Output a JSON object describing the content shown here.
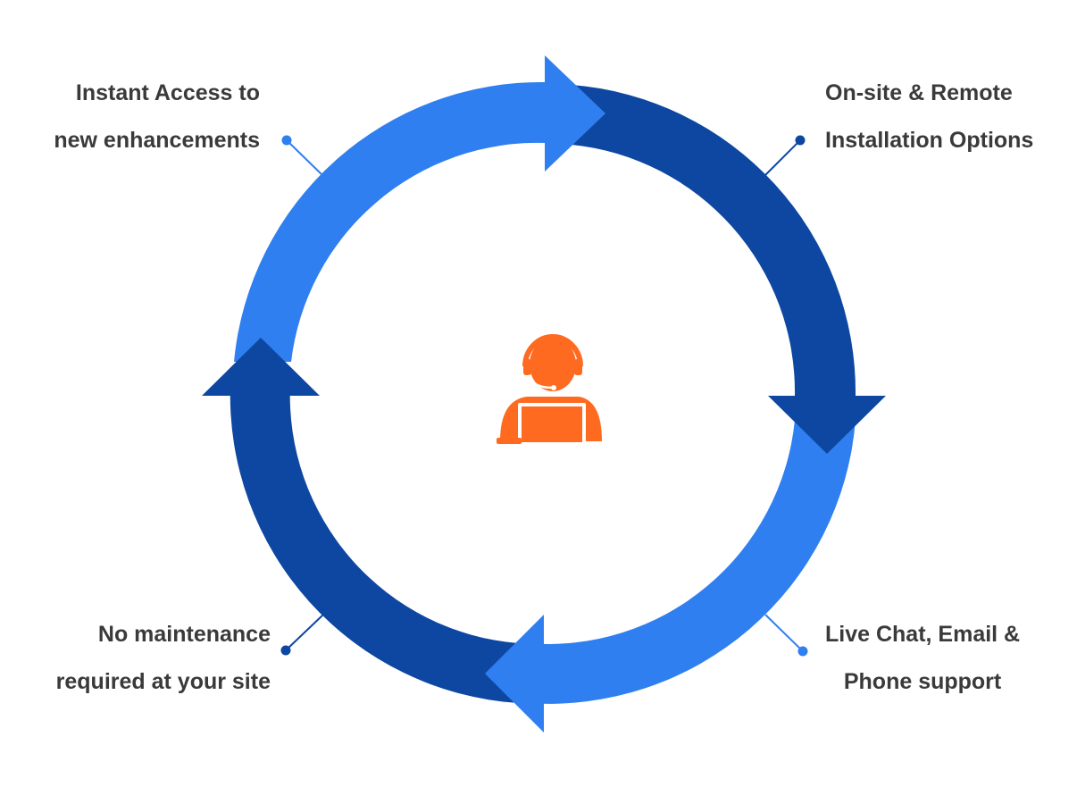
{
  "diagram": {
    "colors": {
      "light_blue": "#2f7ff0",
      "dark_blue": "#0d47a1",
      "accent_orange": "#ff6a21",
      "text": "#3a3a3a"
    },
    "center_icon": "support-agent-with-headset-and-laptop-icon",
    "labels": {
      "top_left": {
        "line1": "Instant Access  to",
        "line2": "new enhancements"
      },
      "top_right": {
        "line1": "On-site & Remote",
        "line2": "Installation Options"
      },
      "bottom_left": {
        "line1": "No maintenance",
        "line2": "required at your site"
      },
      "bottom_right": {
        "line1": "Live Chat, Email &",
        "line2": "Phone support"
      }
    }
  }
}
